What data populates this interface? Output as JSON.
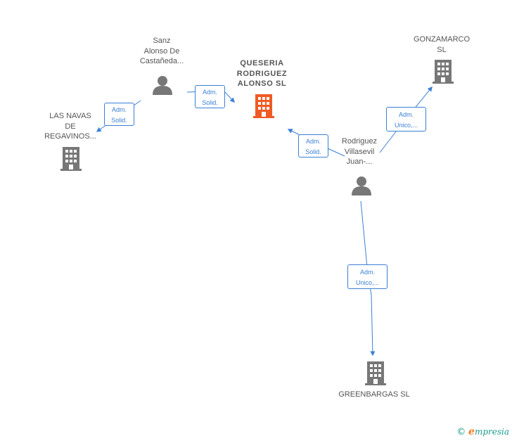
{
  "nodes": {
    "sanz": {
      "label": "Sanz\nAlonso De\nCastañeda..."
    },
    "queseria": {
      "label": "QUESERIA\nRODRIGUEZ\nALONSO SL"
    },
    "gonzamarco": {
      "label": "GONZAMARCO\nSL"
    },
    "navas": {
      "label": "LAS NAVAS\nDE\nREGAVINOS..."
    },
    "rodriguez": {
      "label": "Rodriguez\nVillasevil\nJuan-..."
    },
    "greenbargas": {
      "label": "GREENBARGAS SL"
    }
  },
  "edges": {
    "sanz_navas": "Adm.\nSolid.",
    "sanz_queseria": "Adm.\nSolid.",
    "rodriguez_queseria": "Adm.\nSolid.",
    "rodriguez_gonzamarco": "Adm.\nUnico,...",
    "rodriguez_greenbargas": "Adm.\nUnico,..."
  },
  "icons": {
    "person": "person-icon",
    "company": "building-icon",
    "company_main": "building-icon-highlighted"
  },
  "colors": {
    "edge": "#3a7fd5",
    "company": "#777777",
    "company_main": "#f05a24",
    "person": "#777777"
  },
  "footer": {
    "copyright": "©",
    "brand_initial": "e",
    "brand_rest": "mpresia"
  }
}
